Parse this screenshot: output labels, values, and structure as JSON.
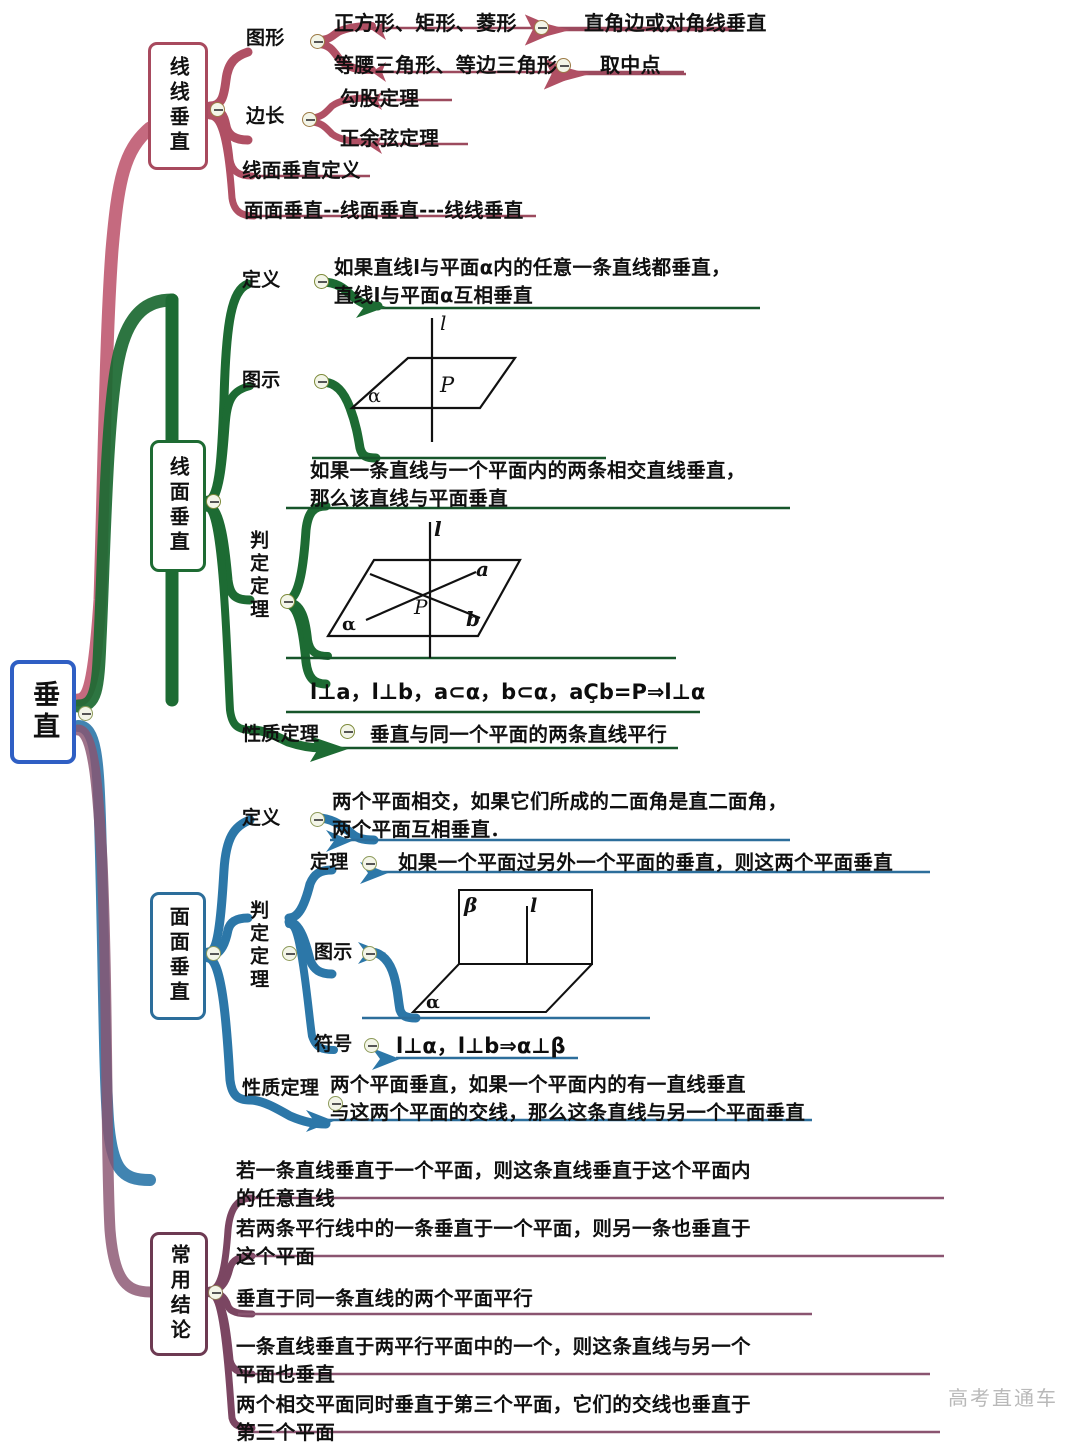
{
  "root": {
    "label": "垂直",
    "color": "#2f5fc4"
  },
  "watermark": "高考直通车",
  "branches": [
    {
      "id": "line-line",
      "label": "线线垂直",
      "color": "#a84a5e",
      "items": [
        {
          "label": "图形",
          "children": [
            {
              "text": "正方形、矩形、菱形",
              "tail": "直角边或对角线垂直"
            },
            {
              "text": "等腰三角形、等边三角形",
              "tail": "取中点"
            }
          ]
        },
        {
          "label": "边长",
          "children": [
            {
              "text": "勾股定理"
            },
            {
              "text": "正余弦定理"
            }
          ]
        },
        {
          "label": "线面垂直定义"
        },
        {
          "label": "面面垂直--线面垂直---线线垂直"
        }
      ]
    },
    {
      "id": "line-plane",
      "label": "线面垂直",
      "color": "#1e6b33",
      "items": [
        {
          "label": "定义",
          "text_lines": [
            "如果直线l与平面α内的任意一条直线都垂直，",
            "直线l与平面α互相垂直"
          ]
        },
        {
          "label": "图示",
          "figure": "plane-with-perpendicular-line",
          "figure_labels": [
            "l",
            "P",
            "α"
          ]
        },
        {
          "label": "判定定理",
          "text_lines": [
            "如果一条直线与一个平面内的两条相交直线垂直，",
            "那么该直线与平面垂直"
          ],
          "figure": "plane-with-two-intersecting-lines",
          "figure_labels": [
            "l",
            "a",
            "b",
            "P",
            "α"
          ],
          "formula": "l⊥a，l⊥b，a⊂α，b⊂α，aÇb=P⇒l⊥α"
        },
        {
          "label": "性质定理",
          "text_lines": [
            "垂直与同一个平面的两条直线平行"
          ]
        }
      ]
    },
    {
      "id": "plane-plane",
      "label": "面面垂直",
      "color": "#2c6e9b",
      "items": [
        {
          "label": "定义",
          "text_lines": [
            "两个平面相交，如果它们所成的二面角是直二面角，",
            "两个平面互相垂直．"
          ]
        },
        {
          "label": "判定定理",
          "sub": [
            {
              "label": "定理",
              "text_lines": [
                "如果一个平面过另外一个平面的垂直，则这两个平面垂直"
              ]
            },
            {
              "label": "图示",
              "figure": "dihedral-figure",
              "figure_labels": [
                "β",
                "l",
                "α"
              ]
            },
            {
              "label": "符号",
              "formula": "l⊥α，l⊥b⇒α⊥β"
            }
          ]
        },
        {
          "label": "性质定理",
          "text_lines": [
            "两个平面垂直，如果一个平面内的有一直线垂直",
            "与这两个平面的交线，那么这条直线与另一个平面垂直"
          ]
        }
      ]
    },
    {
      "id": "common-conclusions",
      "label": "常用结论",
      "color": "#6d3a52",
      "items": [
        {
          "text_lines": [
            "若一条直线垂直于一个平面，则这条直线垂直于这个平面内",
            "的任意直线"
          ]
        },
        {
          "text_lines": [
            "若两条平行线中的一条垂直于一个平面，则另一条也垂直于",
            "这个平面"
          ]
        },
        {
          "text_lines": [
            "垂直于同一条直线的两个平面平行"
          ]
        },
        {
          "text_lines": [
            "一条直线垂直于两平行平面中的一个，则这条直线与另一个",
            "平面也垂直"
          ]
        },
        {
          "text_lines": [
            "两个相交平面同时垂直于第三个平面，它们的交线也垂直于",
            "第三个平面"
          ]
        }
      ]
    }
  ]
}
